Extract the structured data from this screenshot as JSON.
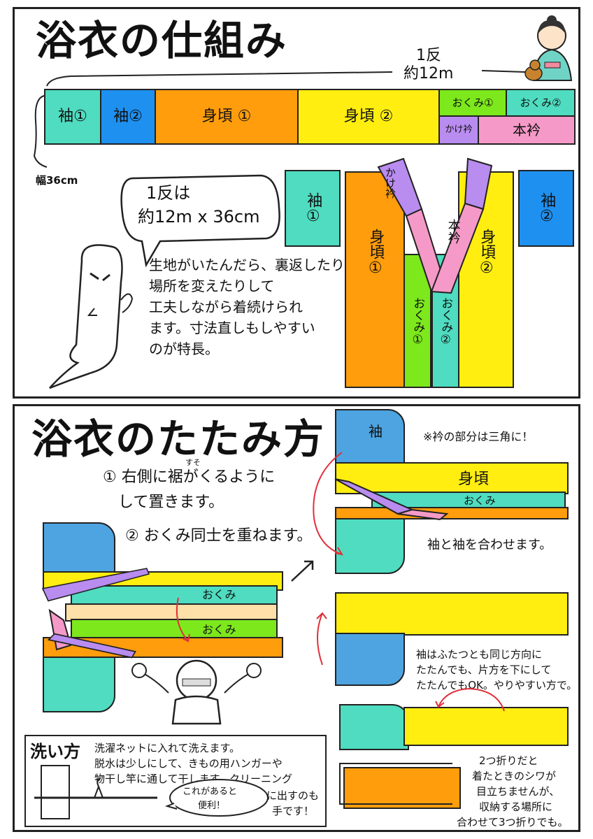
{
  "top": {
    "title": "浴衣の仕組み",
    "bolt_length_top": "1反",
    "bolt_length_bottom": "約12m",
    "width_label": "幅36cm",
    "strip": [
      "袖①",
      "袖②",
      "身頃 ①",
      "身頃 ②",
      "おくみ①",
      "おくみ②",
      "かけ衿",
      "本衿"
    ],
    "speech": [
      "1反は",
      "約12m x 36cm"
    ],
    "note": [
      "生地がいたんだら、裏返したり",
      "場所を変えたりして",
      "工夫しながら着続けられ",
      "ます。寸法直しもしやすい",
      "のが特長。"
    ],
    "diagram": {
      "sleeve1": "袖①",
      "sleeve2": "袖②",
      "body1": "身頃①",
      "body2": "身頃②",
      "kakeeri": "かけ衿",
      "honeri": "本衿",
      "okumi1": "おくみ①",
      "okumi2": "おくみ②"
    }
  },
  "bottom": {
    "title": "浴衣のたたみ方",
    "step1_line1": "① 右側に裾がくるように",
    "step1_line2": "して置きます。",
    "step1_ruby": "すそ",
    "step2": "② おくみ同士を重ねます。",
    "okumi_label_1": "おくみ",
    "okumi_label_2": "おくみ",
    "sleeve_label": "袖",
    "collar_note": "※衿の部分は三角に！",
    "body_label": "身頃",
    "okumi_label_3": "おくみ",
    "sleeves_together": "袖と袖を合わせます。",
    "sleeve_note": [
      "袖はふたつとも同じ方向に",
      "たたんでも、片方を下にして",
      "たたんでもOK。やりやすい方で。"
    ],
    "fold_note": [
      "2つ折りだと",
      "着たときのシワが",
      "目立ちませんが、",
      "収納する場所に",
      "合わせて3つ折りでも。"
    ],
    "wash_title": "洗い方",
    "wash_text": [
      "洗濯ネットに入れて洗えます。",
      "脱水は少しにして、きもの用ハンガーや",
      "物干し竿に通して干します。クリーニング",
      "に出すのも",
      "手です！"
    ],
    "bubble": [
      "これがあると",
      "便利！"
    ]
  },
  "colors": {
    "teal": "#4fdcc0",
    "blue": "#1e90f0",
    "orange": "#ff9d0c",
    "yellow": "#ffee10",
    "green": "#7de81c",
    "purple": "#b98cf0",
    "pink": "#f59ac8",
    "red": "#e0303a"
  }
}
